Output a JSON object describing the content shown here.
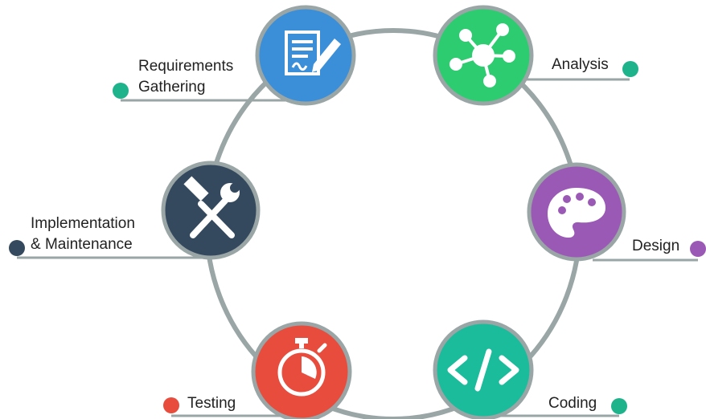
{
  "diagram": {
    "type": "cycle",
    "ring_color": "#9aa5a6",
    "stages": [
      {
        "id": "requirements",
        "label": "Requirements\nGathering",
        "color": "#3a8fd8",
        "dot_color": "#1fb38c",
        "icon": "requirements-document-icon"
      },
      {
        "id": "analysis",
        "label": "Analysis",
        "color": "#2ecc71",
        "dot_color": "#1fb38c",
        "icon": "network-hub-icon"
      },
      {
        "id": "design",
        "label": "Design",
        "color": "#9b59b6",
        "dot_color": "#9b59b6",
        "icon": "palette-icon"
      },
      {
        "id": "coding",
        "label": "Coding",
        "color": "#1abc9c",
        "dot_color": "#1fb38c",
        "icon": "code-brackets-icon"
      },
      {
        "id": "testing",
        "label": "Testing",
        "color": "#e74c3c",
        "dot_color": "#e74c3c",
        "icon": "stopwatch-icon"
      },
      {
        "id": "implementation",
        "label": "Implementation\n& Maintenance",
        "color": "#34495e",
        "dot_color": "#34495e",
        "icon": "tools-icon"
      }
    ]
  }
}
